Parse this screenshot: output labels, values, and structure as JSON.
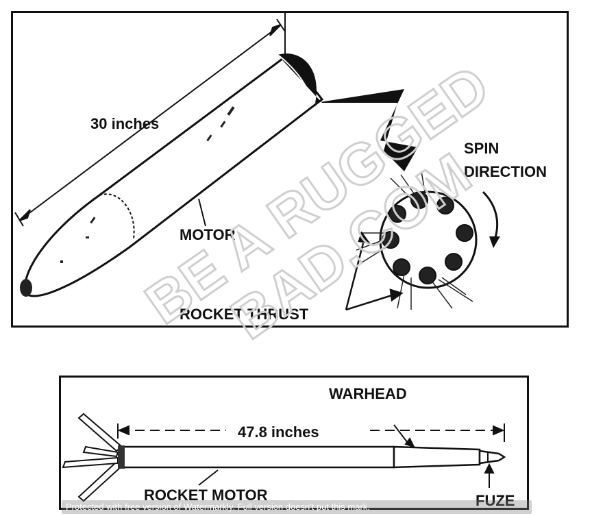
{
  "top_diagram": {
    "length_label": "30 inches",
    "motor_label": "MOTOR",
    "spin_label_line1": "SPIN",
    "spin_label_line2": "DIRECTION",
    "thrust_label": "ROCKET THRUST"
  },
  "bottom_diagram": {
    "warhead_label": "WARHEAD",
    "length_label": "47.8 inches",
    "motor_label": "ROCKET MOTOR",
    "fuze_label": "FUZE"
  },
  "watermark": {
    "line1": "BE A RUGGED",
    "line2": "BAD.COM"
  },
  "footer": {
    "text": "Protected with free version of Watermarkly. Full version doesn't put this mark."
  }
}
